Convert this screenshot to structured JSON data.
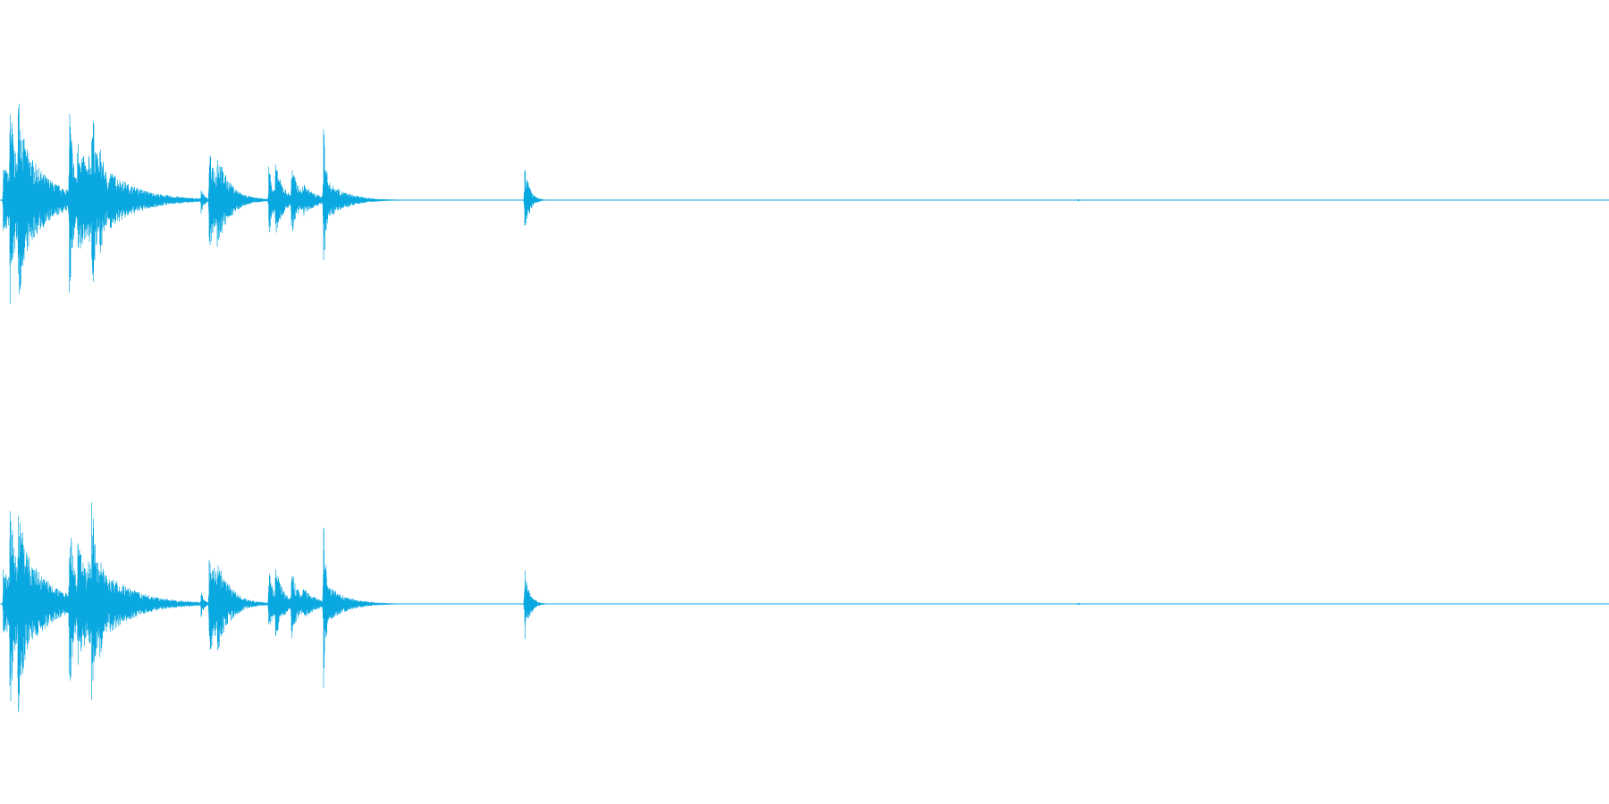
{
  "colors": {
    "waveform": "#0aa8e0",
    "background": "#ffffff"
  },
  "chart_data": {
    "type": "area",
    "title": "",
    "xlabel": "",
    "ylabel": "",
    "xlim": [
      0,
      1.0
    ],
    "ylim": [
      -1,
      1
    ],
    "grid": false,
    "legend": "none",
    "channels": [
      {
        "transients": [
          {
            "t": 0.002,
            "amp": 0.3,
            "decay": 0.012
          },
          {
            "t": 0.006,
            "amp": 0.98,
            "decay": 0.004
          },
          {
            "t": 0.011,
            "amp": 1.0,
            "decay": 0.006
          },
          {
            "t": 0.016,
            "amp": 0.45,
            "decay": 0.016
          },
          {
            "t": 0.043,
            "amp": 0.88,
            "decay": 0.003
          },
          {
            "t": 0.048,
            "amp": 0.55,
            "decay": 0.01
          },
          {
            "t": 0.055,
            "amp": 0.4,
            "decay": 0.006
          },
          {
            "t": 0.057,
            "amp": 0.9,
            "decay": 0.004
          },
          {
            "t": 0.062,
            "amp": 0.47,
            "decay": 0.006
          },
          {
            "t": 0.068,
            "amp": 0.25,
            "decay": 0.02
          },
          {
            "t": 0.125,
            "amp": 0.12,
            "decay": 0.002
          },
          {
            "t": 0.13,
            "amp": 0.4,
            "decay": 0.01
          },
          {
            "t": 0.135,
            "amp": 0.41,
            "decay": 0.008
          },
          {
            "t": 0.167,
            "amp": 0.32,
            "decay": 0.003
          },
          {
            "t": 0.171,
            "amp": 0.33,
            "decay": 0.005
          },
          {
            "t": 0.181,
            "amp": 0.31,
            "decay": 0.005
          },
          {
            "t": 0.188,
            "amp": 0.15,
            "decay": 0.008
          },
          {
            "t": 0.201,
            "amp": 0.76,
            "decay": 0.002
          },
          {
            "t": 0.204,
            "amp": 0.16,
            "decay": 0.012
          },
          {
            "t": 0.326,
            "amp": 0.32,
            "decay": 0.003
          },
          {
            "t": 0.67,
            "amp": 0.01,
            "decay": 0.002
          }
        ]
      },
      {
        "transients": [
          {
            "t": 0.002,
            "amp": 0.3,
            "decay": 0.012
          },
          {
            "t": 0.006,
            "amp": 0.99,
            "decay": 0.004
          },
          {
            "t": 0.011,
            "amp": 1.0,
            "decay": 0.006
          },
          {
            "t": 0.016,
            "amp": 0.45,
            "decay": 0.016
          },
          {
            "t": 0.043,
            "amp": 0.9,
            "decay": 0.003
          },
          {
            "t": 0.048,
            "amp": 0.55,
            "decay": 0.01
          },
          {
            "t": 0.055,
            "amp": 0.4,
            "decay": 0.006
          },
          {
            "t": 0.057,
            "amp": 0.91,
            "decay": 0.004
          },
          {
            "t": 0.062,
            "amp": 0.47,
            "decay": 0.006
          },
          {
            "t": 0.068,
            "amp": 0.25,
            "decay": 0.02
          },
          {
            "t": 0.125,
            "amp": 0.12,
            "decay": 0.002
          },
          {
            "t": 0.13,
            "amp": 0.42,
            "decay": 0.01
          },
          {
            "t": 0.135,
            "amp": 0.42,
            "decay": 0.008
          },
          {
            "t": 0.167,
            "amp": 0.32,
            "decay": 0.003
          },
          {
            "t": 0.171,
            "amp": 0.33,
            "decay": 0.005
          },
          {
            "t": 0.181,
            "amp": 0.31,
            "decay": 0.005
          },
          {
            "t": 0.188,
            "amp": 0.15,
            "decay": 0.008
          },
          {
            "t": 0.201,
            "amp": 0.76,
            "decay": 0.002
          },
          {
            "t": 0.204,
            "amp": 0.16,
            "decay": 0.012
          },
          {
            "t": 0.326,
            "amp": 0.34,
            "decay": 0.003
          },
          {
            "t": 0.67,
            "amp": 0.01,
            "decay": 0.002
          }
        ]
      }
    ]
  }
}
